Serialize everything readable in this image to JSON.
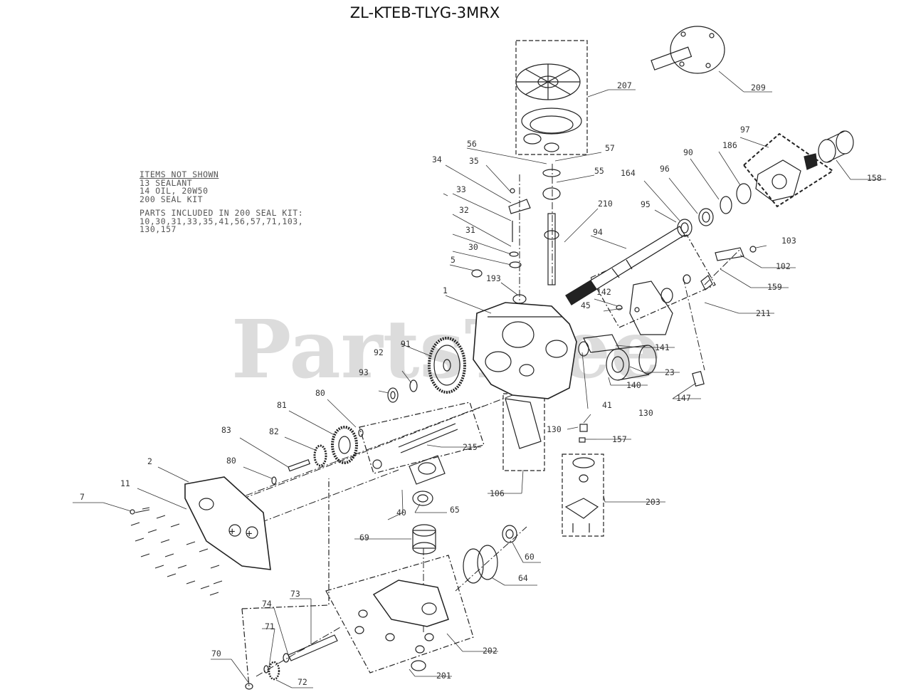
{
  "diagram": {
    "title": "ZL-KTEB-TLYG-3MRX",
    "watermark": "PartsTree",
    "notes": {
      "heading": "ITEMS NOT SHOWN",
      "items": [
        "13 SEALANT",
        "14 OIL, 20W50",
        "200 SEAL KIT"
      ],
      "seal_kit_lines": [
        "PARTS INCLUDED IN 200 SEAL KIT:",
        "10,30,31,33,35,41,56,57,71,103,",
        "130,157"
      ]
    },
    "callouts": [
      {
        "label": "207"
      },
      {
        "label": "209"
      },
      {
        "label": "56"
      },
      {
        "label": "57"
      },
      {
        "label": "55"
      },
      {
        "label": "34"
      },
      {
        "label": "35"
      },
      {
        "label": "33"
      },
      {
        "label": "32"
      },
      {
        "label": "31"
      },
      {
        "label": "30"
      },
      {
        "label": "5"
      },
      {
        "label": "193"
      },
      {
        "label": "1"
      },
      {
        "label": "210"
      },
      {
        "label": "94"
      },
      {
        "label": "164"
      },
      {
        "label": "96"
      },
      {
        "label": "95"
      },
      {
        "label": "90"
      },
      {
        "label": "186"
      },
      {
        "label": "97"
      },
      {
        "label": "158"
      },
      {
        "label": "103"
      },
      {
        "label": "102"
      },
      {
        "label": "159"
      },
      {
        "label": "142"
      },
      {
        "label": "45"
      },
      {
        "label": "211"
      },
      {
        "label": "141"
      },
      {
        "label": "23"
      },
      {
        "label": "140"
      },
      {
        "label": "41"
      },
      {
        "label": "147"
      },
      {
        "label": "91"
      },
      {
        "label": "92"
      },
      {
        "label": "93"
      },
      {
        "label": "80"
      },
      {
        "label": "81"
      },
      {
        "label": "82"
      },
      {
        "label": "83"
      },
      {
        "label": "80"
      },
      {
        "label": "2"
      },
      {
        "label": "11"
      },
      {
        "label": "7"
      },
      {
        "label": "215"
      },
      {
        "label": "130"
      },
      {
        "label": "130"
      },
      {
        "label": "157"
      },
      {
        "label": "106"
      },
      {
        "label": "40"
      },
      {
        "label": "65"
      },
      {
        "label": "203"
      },
      {
        "label": "69"
      },
      {
        "label": "60"
      },
      {
        "label": "64"
      },
      {
        "label": "73"
      },
      {
        "label": "74"
      },
      {
        "label": "71"
      },
      {
        "label": "70"
      },
      {
        "label": "72"
      },
      {
        "label": "202"
      },
      {
        "label": "201"
      }
    ]
  }
}
